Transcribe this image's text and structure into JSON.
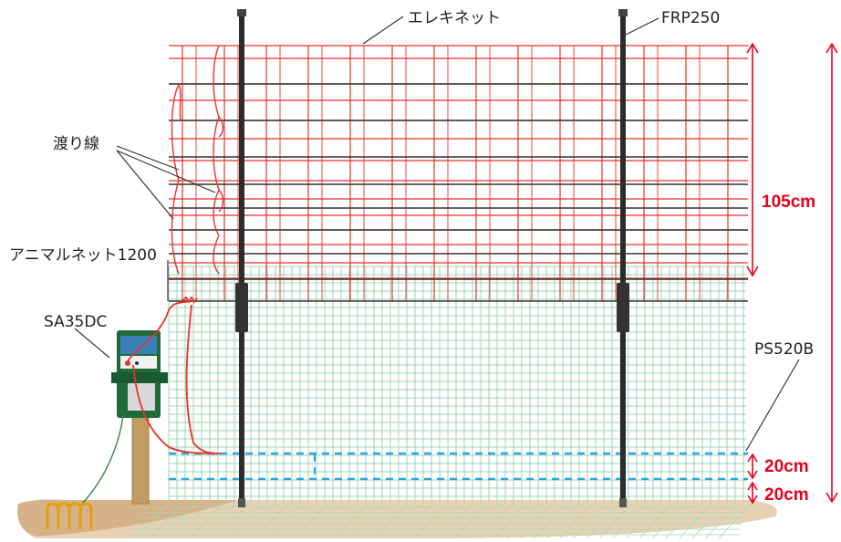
{
  "labels": {
    "elenet": "エレキネット",
    "frp": "FRP250",
    "watari": "渡り線",
    "animal_net": "アニマルネット1200",
    "energizer": "SA35DC",
    "ps": "PS520B"
  },
  "dimensions": {
    "height_total": "105cm",
    "gap_upper": "20cm",
    "gap_lower": "20cm"
  },
  "colors": {
    "red": "#e8322c",
    "dim_red": "#e8001c",
    "green_mesh": "#9ed4b4",
    "dark_post": "#2c2c2c",
    "wire_dark": "#333333",
    "blue_dash": "#2aa7d9",
    "ground": "#d6b48e",
    "energizer_green": "#1f6b3a",
    "wooden_post": "#c49a62"
  }
}
